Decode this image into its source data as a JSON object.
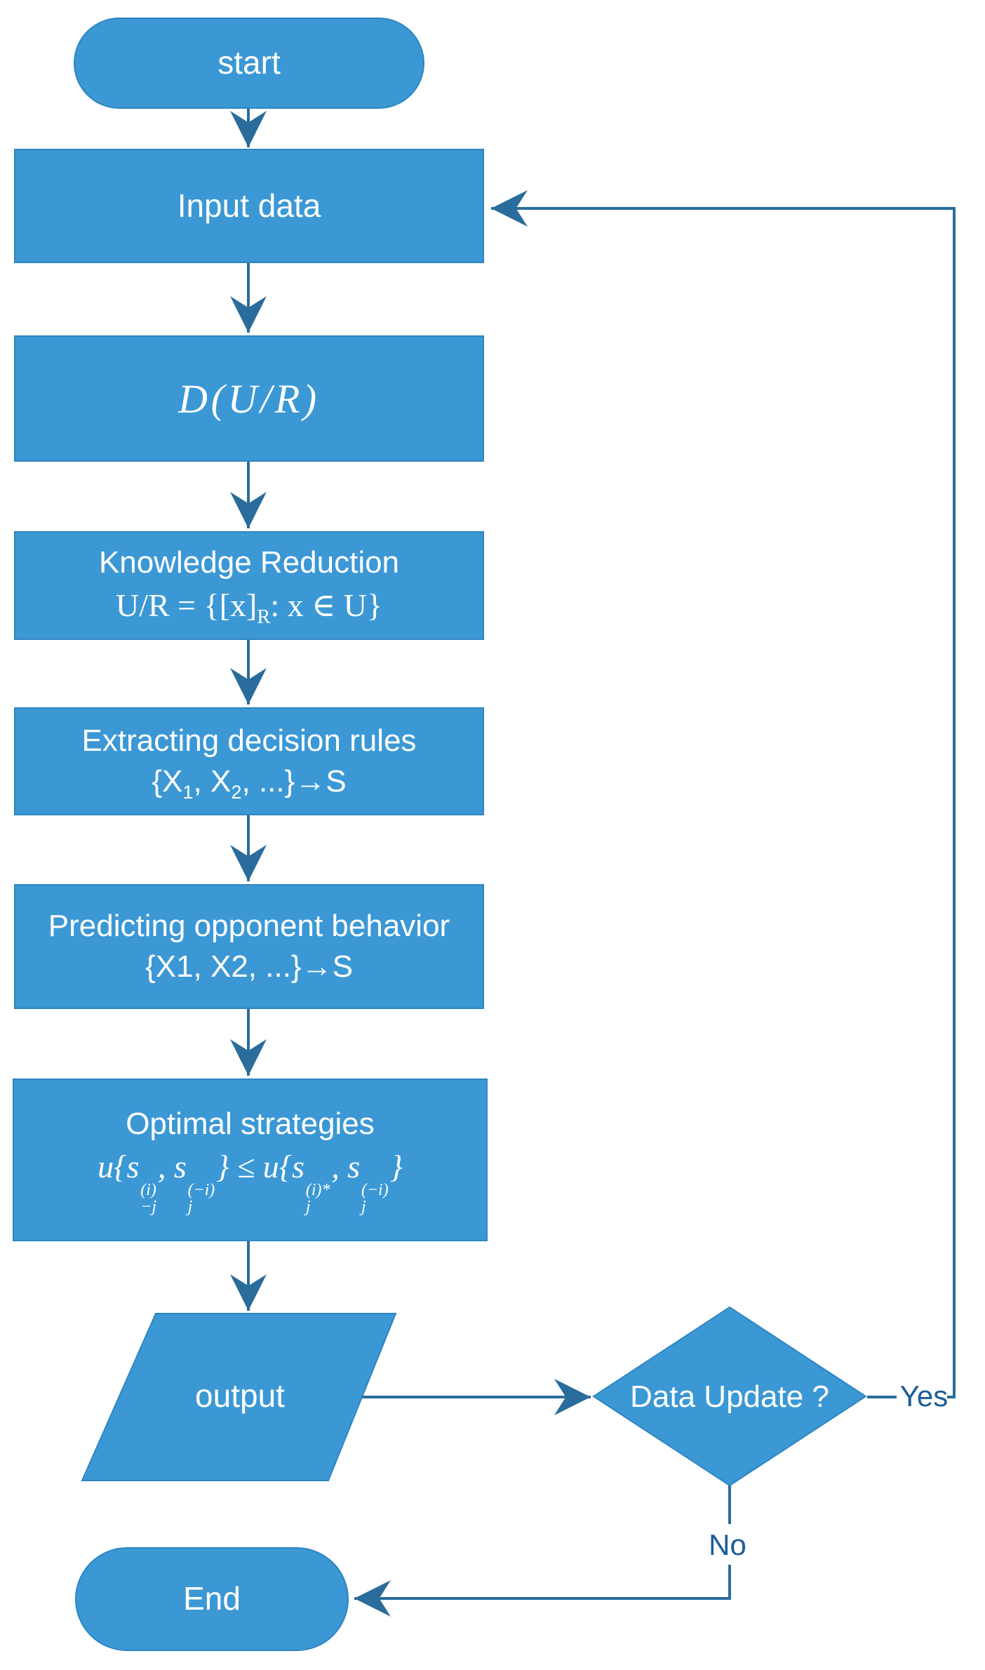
{
  "palette": {
    "shape_fill": "#3B98D5",
    "shape_border": "#2E86C1",
    "connector": "#2A6C9B",
    "shape_text": "#FFFFFF",
    "edge_label_text": "#1A5C97",
    "background": "#FFFFFF"
  },
  "nodes": {
    "start": {
      "label": "start"
    },
    "input_data": {
      "label": "Input data"
    },
    "d_u_r": {
      "label": "D(U/R)"
    },
    "knowledge_reduction": {
      "title": "Knowledge Reduction",
      "formula": [
        {
          "t": "U/R = {[x]"
        },
        {
          "sub": "R"
        },
        {
          "t": ": x ∈ U}"
        }
      ]
    },
    "extracting_rules": {
      "title": "Extracting decision rules",
      "formula": [
        {
          "t": "{X"
        },
        {
          "sub": "1"
        },
        {
          "t": ", X"
        },
        {
          "sub": "2"
        },
        {
          "t": ", ...}→S"
        }
      ]
    },
    "predicting_behavior": {
      "title": "Predicting opponent behavior",
      "formula": [
        {
          "t": "{X1, X2, ...}→S"
        }
      ]
    },
    "optimal_strategies": {
      "title": "Optimal strategies",
      "formula": [
        {
          "t": "u{s"
        },
        {
          "sup": "(i)",
          "sub": "−j"
        },
        {
          "t": ", s"
        },
        {
          "sup": "(−i)",
          "sub": "j"
        },
        {
          "t": "} ≤ u{s"
        },
        {
          "sup": "(i)*",
          "sub": "j"
        },
        {
          "t": ", s"
        },
        {
          "sup": "(−i)",
          "sub": "j"
        },
        {
          "t": "}"
        }
      ]
    },
    "output": {
      "label": "output"
    },
    "decision": {
      "label": "Data Update ?"
    },
    "end": {
      "label": "End"
    }
  },
  "edges": {
    "yes_label": "Yes",
    "no_label": "No"
  }
}
